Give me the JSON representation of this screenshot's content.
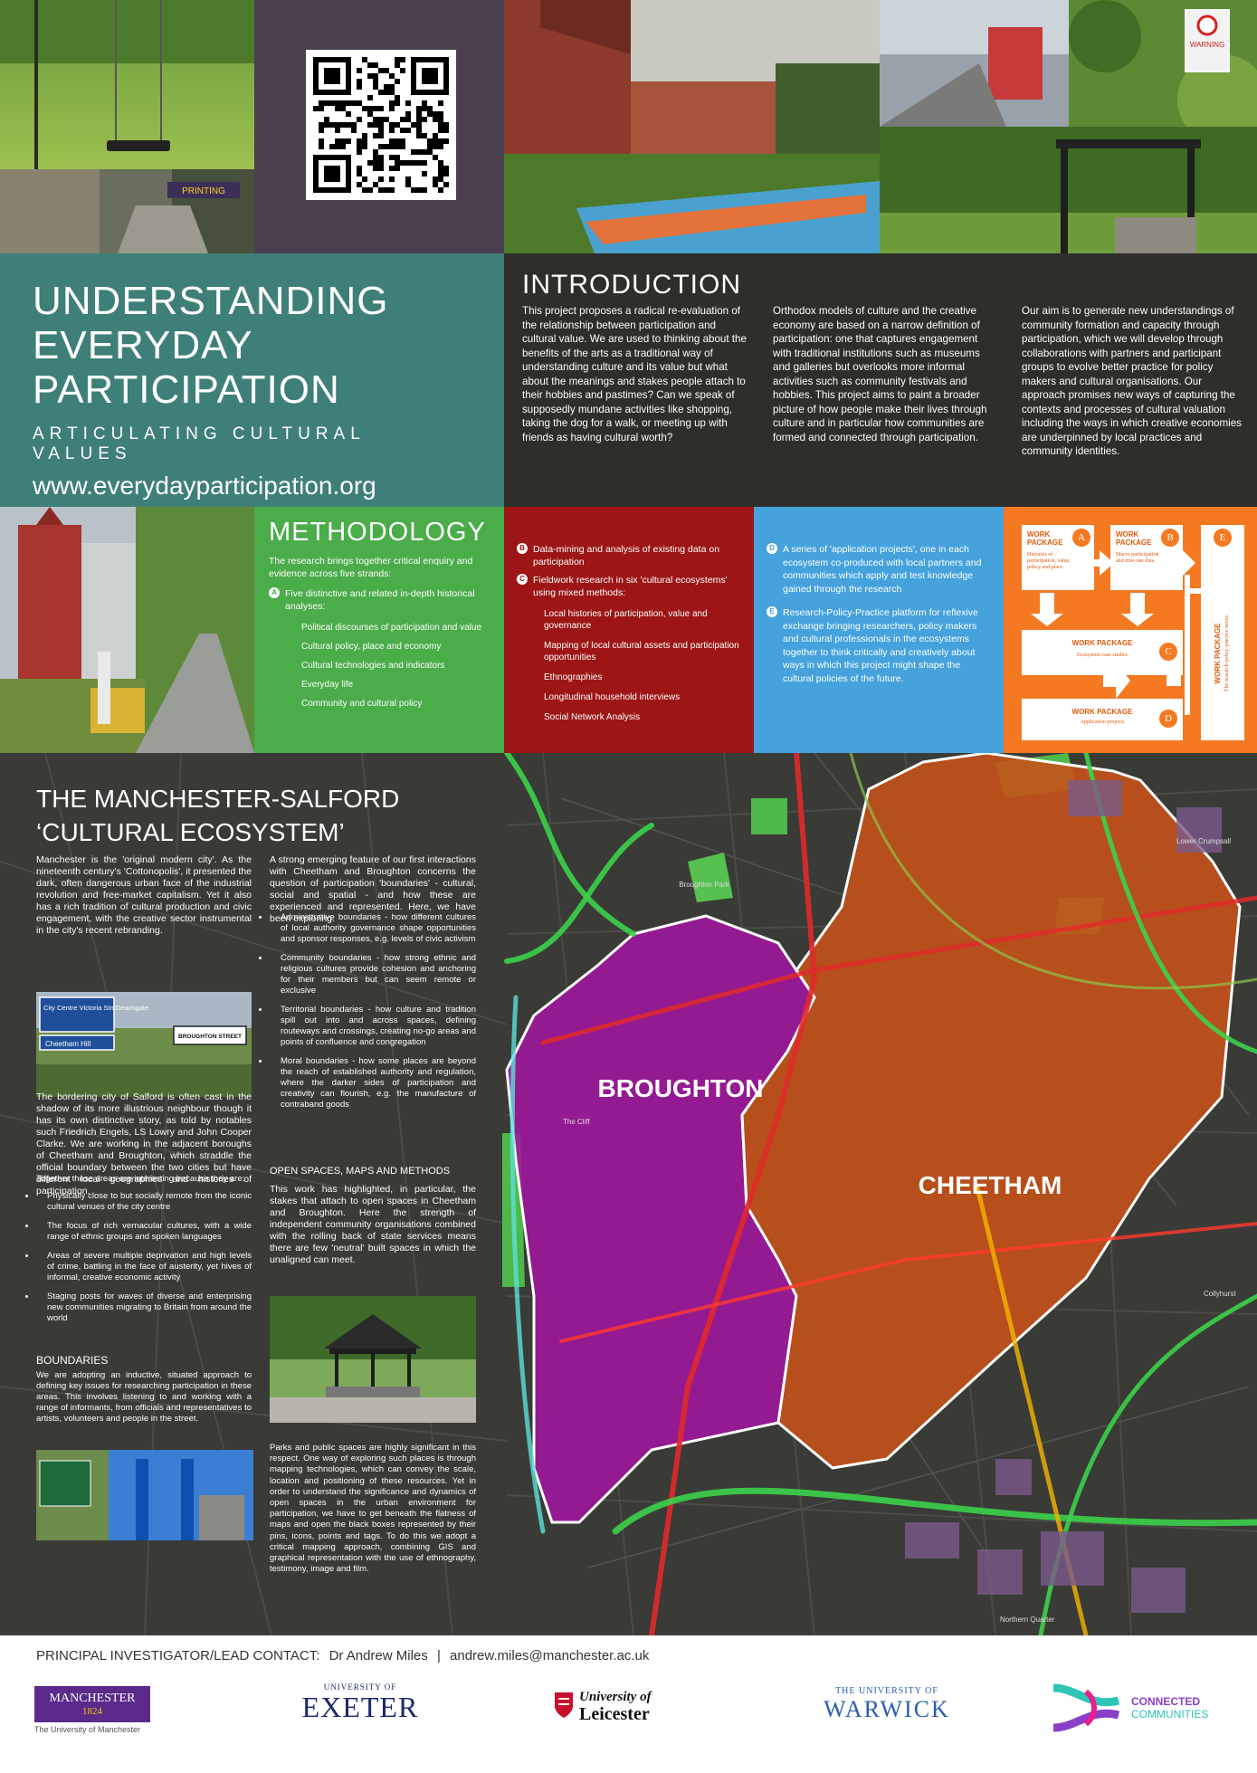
{
  "header": {
    "title_lines": [
      "UNDERSTANDING",
      "EVERYDAY",
      "PARTICIPATION"
    ],
    "subtitle": "ARTICULATING CULTURAL VALUES",
    "url": "www.everydayparticipation.org"
  },
  "photos": {
    "printing_sign": "PRINTING",
    "warning_sign": "WARNING"
  },
  "introduction": {
    "heading": "INTRODUCTION",
    "col1": "This project proposes a radical re-evaluation of the relationship between participation and cultural value. We are used to thinking about the benefits of the arts as a traditional way of understanding culture and its value but what about the meanings and stakes people attach to their hobbies and pastimes? Can we speak of supposedly mundane activities like shopping, taking the dog for a walk, or meeting up with friends as having cultural worth?",
    "col2": "Orthodox models of culture and the creative economy are based on a narrow definition of participation: one that captures engagement with traditional institutions such as museums and galleries but overlooks more informal activities such as community festivals and hobbies. This project aims to paint a broader picture of how people make their lives through culture and in particular how communities are formed and connected through participation.",
    "col3": "Our aim is to generate new understandings of community formation and capacity through participation, which we will develop through collaborations with partners and participant groups to evolve better practice for policy makers and cultural organisations. Our approach promises new ways of capturing the contexts and processes of cultural valuation including the ways in which creative economies are underpinned by local practices and community identities."
  },
  "methodology": {
    "heading": "METHODOLOGY",
    "intro": "The research brings together critical enquiry and evidence across five strands:",
    "a_badge": "A",
    "a_text": "Five distinctive and related in-depth historical analyses:",
    "a_items": [
      "Political discourses of participation and value",
      "Cultural policy, place and economy",
      "Cultural technologies and indicators",
      "Everyday life",
      "Community and cultural policy"
    ],
    "b_badge": "B",
    "b_text": "Data-mining and analysis of existing data on participation",
    "c_badge": "C",
    "c_text": "Fieldwork research in six 'cultural ecosystems' using mixed methods:",
    "c_items": [
      "Local histories of participation, value and governance",
      "Mapping of local cultural assets and participation opportunities",
      "Ethnographies",
      "Longitudinal household interviews",
      "Social Network Analysis"
    ],
    "d_badge": "D",
    "d_text": "A series of 'application projects', one in each ecosystem co-produced with local partners and communities which apply and test knowledge gained through the research",
    "e_badge": "E",
    "e_text": "Research-Policy-Practice platform for reflexive exchange bringing researchers, policy makers and cultural professionals in the ecosystems together to think critically and creatively about ways in which this project might shape the cultural policies of the future."
  },
  "work_packages": {
    "label": "WORK PACKAGE",
    "a_letter": "A",
    "a_desc": "Histories of participation, value, policy and place",
    "b_letter": "B",
    "b_desc": "Macro participation and time-use data",
    "c_letter": "C",
    "c_desc": "Ecosystem case studies",
    "d_letter": "D",
    "d_desc": "Application projects",
    "e_letter": "E",
    "e_desc": "The research-policy-practice nexus"
  },
  "ecosystem": {
    "heading_line1": "THE MANCHESTER-SALFORD",
    "heading_line2": "‘CULTURAL ECOSYSTEM’",
    "p1": "Manchester is the 'original modern city'. As the nineteenth century's 'Cottonopolis', it presented the dark, often dangerous urban face of the industrial revolution and free-market capitalism. Yet it also has a rich tradition of cultural production and civic engagement, with the creative sector instrumental in the city's recent rebranding.",
    "road_sign_1": "City Centre Victoria Stn Deansgate",
    "road_sign_2": "Cheetham Hill",
    "street_sign": "BROUGHTON STREET",
    "p2": "The bordering city of Salford is often cast in the shadow of its more illustrious neighbour though it has its own distinctive story, as told by notables such Friedrich Engels, LS Lowry and John Cooper Clarke. We are working in the adjacent boroughs of Cheetham and Broughton, which straddle the official boundary between the two cities but have different local geographies and histories of participation.",
    "p3": "Together these areas are interesting because they are:",
    "list1": [
      "Physically close to but socially remote from the iconic cultural venues of the city centre",
      "The focus of rich vernacular cultures, with a wide range of ethnic groups and spoken languages",
      "Areas of severe multiple deprivation and high levels of crime, battling in the face of austerity, yet hives of informal, creative economic activity",
      "Staging posts for waves of diverse and enterprising new communities migrating to Britain from around the world"
    ],
    "boundaries_heading": "BOUNDARIES",
    "boundaries_text": "We are adopting an inductive, situated approach to defining key issues for researching participation in these areas. This involves listening to and working with a range of informants, from officials and representatives to artists, volunteers and people in the street.",
    "col2_p1": "A strong emerging feature of our first interactions with Cheetham and Broughton concerns the question of participation 'boundaries' - cultural, social and spatial - and how these are experienced and represented. Here, we have been exploring:",
    "list2": [
      "Administrative boundaries - how different cultures of local authority governance shape opportunities and sponsor responses, e.g. levels of civic activism",
      "Community boundaries - how strong ethnic and religious cultures provide cohesion and anchoring for their members but can seem remote or exclusive",
      "Territorial boundaries - how culture and tradition spill out into and across spaces, defining routeways and crossings, creating no-go areas and points of confluence and congregation",
      "Moral boundaries - how some places are beyond the reach of established authority and regulation, where the darker sides of participation and creativity can flourish, e.g. the manufacture of contraband goods"
    ],
    "open_heading": "OPEN SPACES, MAPS AND METHODS",
    "open_text": "This work has highlighted, in particular, the stakes that attach to open spaces in Cheetham and Broughton. Here the strength of independent community organisations combined with the rolling back of state services means there are few 'neutral' built spaces in which the unaligned can meet.",
    "parks_text": "Parks and public spaces are highly significant in this respect. One way of exploring such places is through mapping technologies, which can convey the scale, location and positioning of these resources. Yet in order to understand the significance and dynamics of open spaces in the urban environment for participation, we have to get beneath the flatness of maps and open the black boxes represented by their pins, icons, points and tags. To do this we adopt a critical mapping approach, combining GIS and graphical representation with the use of ethnography, testimony, image and film."
  },
  "map": {
    "broughton": "BROUGHTON",
    "cheetham": "CHEETHAM",
    "broughton_park": "Broughton Park",
    "lower_crumpsall": "Lower Crumpsall",
    "collyhurst": "Collyhurst",
    "northern_quarter": "Northern Quarter",
    "the_cliff": "The Cliff"
  },
  "footer": {
    "contact_label": "PRINCIPAL INVESTIGATOR/LEAD CONTACT:",
    "contact_name": "Dr Andrew Miles",
    "separator": "|",
    "contact_email": "andrew.miles@manchester.ac.uk",
    "logos": {
      "manchester_name": "MANCHESTER",
      "manchester_year": "1824",
      "manchester_sub": "The University of Manchester",
      "exeter_top": "UNIVERSITY OF",
      "exeter_name": "EXETER",
      "leicester_top": "University of",
      "leicester_name": "Leicester",
      "warwick_top": "THE UNIVERSITY OF",
      "warwick_name": "WARWICK",
      "cc_line1": "CONNECTED",
      "cc_line2": "COMMUNITIES"
    }
  },
  "colors": {
    "teal": "#3f7f79",
    "green": "#4bac4a",
    "red": "#9d1515",
    "blue": "#45a2dd",
    "orange": "#f47920",
    "broughton": "#a0169e",
    "cheetham": "#c4521a"
  }
}
